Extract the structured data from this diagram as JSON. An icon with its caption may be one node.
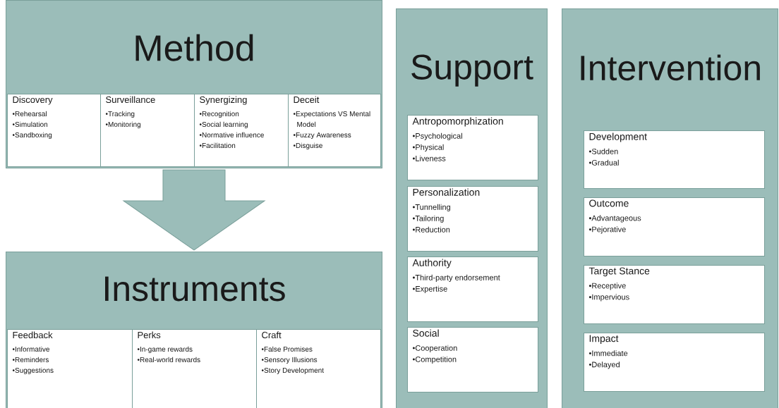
{
  "diagram": {
    "nodes": [
      {
        "text": [
          "Method"
        ]
      },
      {
        "text": [
          "Discovery",
          "•Rehearsal",
          "•Simulation",
          "•Sandboxing"
        ],
        "in": 0
      },
      {
        "text": [
          "Surveillance",
          "•Tracking",
          "•Monitoring"
        ],
        "in": 0
      },
      {
        "text": [
          "Synergizing",
          "•Recognition",
          "•Social learning",
          "•Normative influence",
          "•Facilitation"
        ],
        "in": 0
      },
      {
        "text": [
          "Deceit",
          "•Expectations VS Mental Model",
          "•Fuzzy Awareness",
          "•Disguise"
        ],
        "in": 0
      },
      {
        "text": [
          "Instruments"
        ]
      },
      {
        "text": [
          "Feedback",
          "•Informative",
          "•Reminders",
          "•Suggestions"
        ],
        "in": 5
      },
      {
        "text": [
          "Perks",
          "•In-game rewards",
          "•Real-world rewards"
        ],
        "in": 5
      },
      {
        "text": [
          "Craft",
          "•False Promises",
          "•Sensory Illusions",
          "•Story Development"
        ],
        "in": 5
      },
      {
        "text": [
          "Support"
        ]
      },
      {
        "text": [
          "Antropomorphization",
          "•Psychological",
          "•Physical",
          "•Liveness"
        ],
        "in": 9
      },
      {
        "text": [
          "Personalization",
          "•Tunnelling",
          "•Tailoring",
          "•Reduction"
        ],
        "in": 9
      },
      {
        "text": [
          "Authority",
          "•Third-party endorsement",
          "•Expertise"
        ],
        "in": 9
      },
      {
        "text": [
          "Social",
          "•Cooperation",
          "•Competition"
        ],
        "in": 9
      },
      {
        "text": [
          "Intervention"
        ]
      },
      {
        "text": [
          "Development",
          "•Sudden",
          "•Gradual"
        ],
        "in": 14
      },
      {
        "text": [
          "Outcome",
          "•Advantageous",
          "•Pejorative"
        ],
        "in": 14
      },
      {
        "text": [
          "Target Stance",
          "•Receptive",
          "•Impervious"
        ],
        "in": 14
      },
      {
        "text": [
          "Impact",
          "•Immediate",
          "•Delayed"
        ],
        "in": 14
      }
    ],
    "edges": [
      {
        "from": 0,
        "to": 5,
        "arrow": "to",
        "style": "thick"
      }
    ]
  }
}
